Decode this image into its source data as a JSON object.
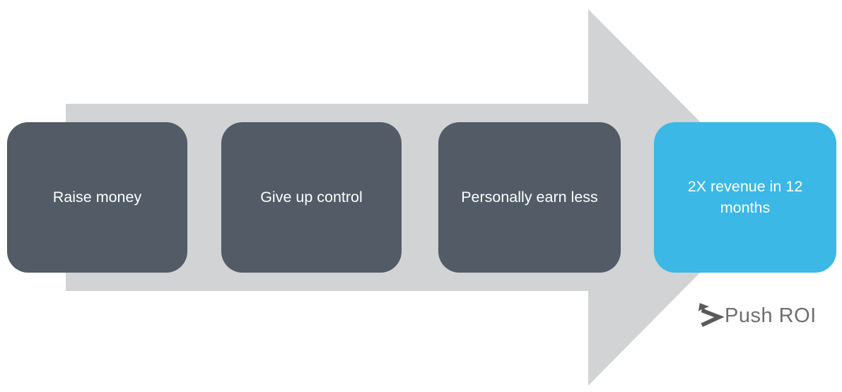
{
  "diagram": {
    "type": "process-arrow-flow",
    "background_color": "#ffffff",
    "arrow_color": "#d1d3d4",
    "steps": [
      {
        "label": "Raise money",
        "color": "#525b66",
        "text_color": "#ffffff"
      },
      {
        "label": "Give up control",
        "color": "#525b66",
        "text_color": "#ffffff"
      },
      {
        "label": "Personally earn less",
        "color": "#525b66",
        "text_color": "#ffffff"
      },
      {
        "label": "2X revenue in 12 months",
        "color": "#3bb8e5",
        "text_color": "#ffffff"
      }
    ],
    "logo": {
      "text": "Push ROI",
      "text_color": "#6d6e71",
      "icon_color": "#58595b"
    }
  }
}
